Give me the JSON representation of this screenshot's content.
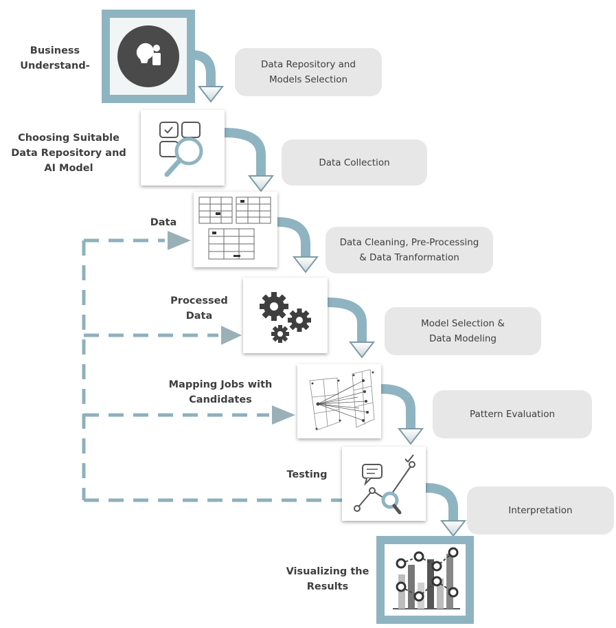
{
  "steps": [
    {
      "label": "Business\nUnderstand-",
      "stage": "Data Repository and\nModels Selection",
      "icon": "business-understanding-icon"
    },
    {
      "label": "Choosing Suitable\nData Repository and\nAI Model",
      "stage": "Data Collection",
      "icon": "search-magnifier-icon"
    },
    {
      "label": "Data",
      "stage": "Data Cleaning, Pre-Processing\n& Data Tranformation",
      "icon": "data-tables-icon"
    },
    {
      "label": "Processed\nData",
      "stage": "Model Selection &\nData Modeling",
      "icon": "gears-icon"
    },
    {
      "label": "Mapping Jobs with\nCandidates",
      "stage": "Pattern Evaluation",
      "icon": "mapping-network-icon"
    },
    {
      "label": "Testing",
      "stage": "Interpretation",
      "icon": "testing-graph-icon"
    },
    {
      "label": "Visualizing the\nResults",
      "icon": "results-chart-icon"
    }
  ],
  "colors": {
    "accent": "#8fb4c1",
    "pill": "#e7e7e7",
    "text": "#3e3e3e",
    "dash": "#8fb0bd"
  }
}
